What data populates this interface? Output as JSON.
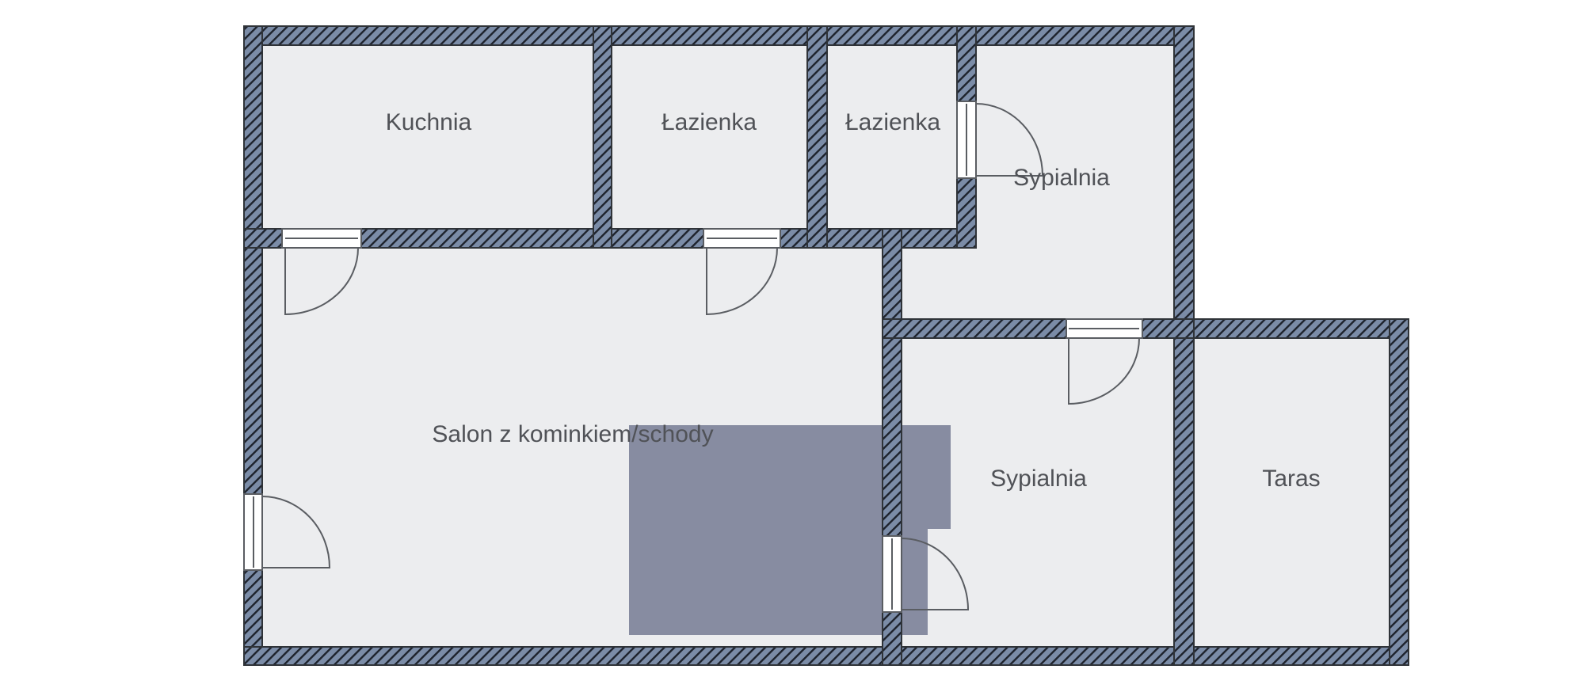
{
  "plan": {
    "colors": {
      "floor": "#ecedef",
      "wall_fill": "#7b8ca7",
      "wall_hatch": "#1d222c",
      "wall_outline": "#2f3338",
      "stairs": "#878ca1",
      "label": "#505257",
      "background": "#ffffff"
    },
    "rooms": [
      {
        "id": "kitchen",
        "label": "Kuchnia"
      },
      {
        "id": "bathroom-1",
        "label": "Łazienka"
      },
      {
        "id": "bathroom-2",
        "label": "Łazienka"
      },
      {
        "id": "bedroom-1",
        "label": "Sypialnia"
      },
      {
        "id": "living-room",
        "label": "Salon z kominkiem/schody"
      },
      {
        "id": "bedroom-2",
        "label": "Sypialnia"
      },
      {
        "id": "terrace",
        "label": "Taras"
      }
    ]
  }
}
